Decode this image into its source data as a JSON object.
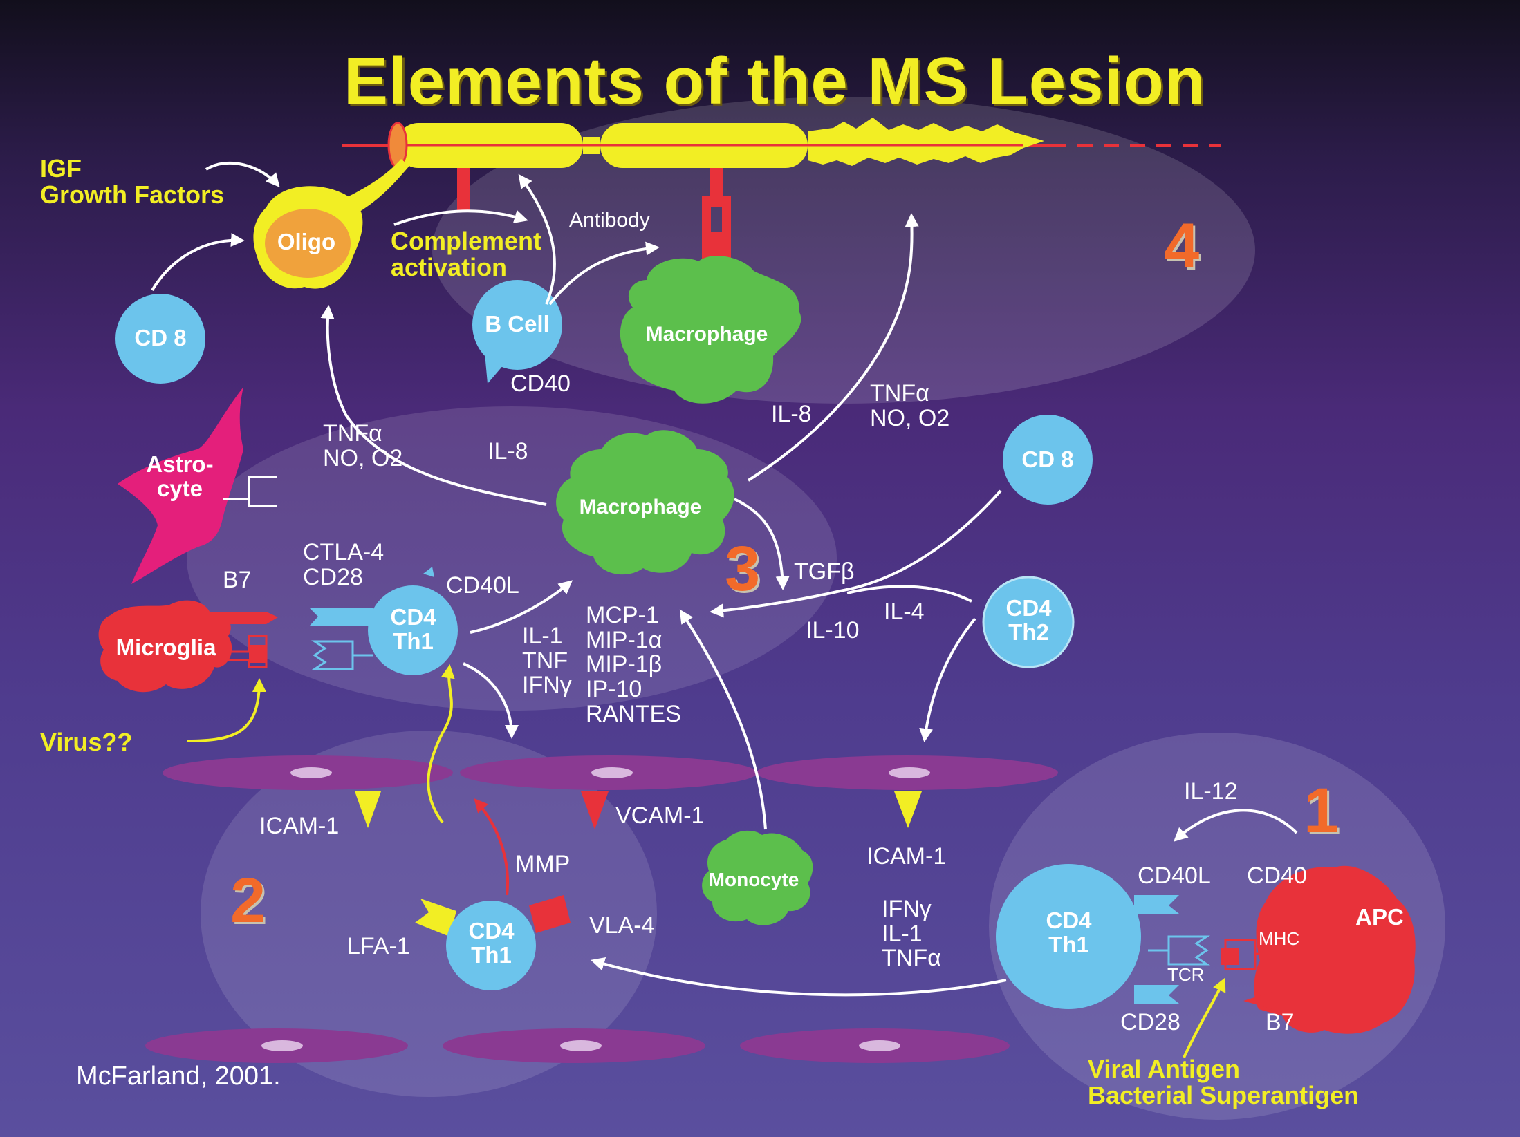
{
  "title": "Elements of the MS Lesion",
  "stages": [
    "1",
    "2",
    "3",
    "4"
  ],
  "cells": {
    "oligo": "Oligo",
    "cd8_top": "CD 8",
    "b_cell": "B Cell",
    "macrophage_top": "Macrophage",
    "macrophage_mid": "Macrophage",
    "astrocyte": [
      "Astro-",
      "cyte"
    ],
    "microglia": "Microglia",
    "cd4_th1_mid": [
      "CD4",
      "Th1"
    ],
    "cd8_right": "CD 8",
    "cd4_th2": [
      "CD4",
      "Th2"
    ],
    "cd4_th1_low": [
      "CD4",
      "Th1"
    ],
    "monocyte": "Monocyte",
    "cd4_th1_right": [
      "CD4",
      "Th1"
    ],
    "apc": "APC"
  },
  "labels": {
    "igf": [
      "IGF",
      "Growth Factors"
    ],
    "complement": [
      "Complement",
      "activation"
    ],
    "antibody": "Antibody",
    "cd40_bcell": "CD40",
    "il8_top": "IL-8",
    "tnf_top": [
      "TNFα",
      "NO, O2"
    ],
    "tnf_left": [
      "TNFα",
      "NO, O2"
    ],
    "il8_left": "IL-8",
    "b7_left": "B7",
    "ctla4_cd28": [
      "CTLA-4",
      "CD28"
    ],
    "cd40l_mid": "CD40L",
    "il1_tnf_ifn": [
      "IL-1",
      "TNF",
      "IFNγ"
    ],
    "chemokines": [
      "MCP-1",
      "MIP-1α",
      "MIP-1β",
      "IP-10",
      "RANTES"
    ],
    "tgfb": "TGFβ",
    "il4": "IL-4",
    "il10": "IL-10",
    "virus": "Virus??",
    "icam_left": "ICAM-1",
    "vcam": "VCAM-1",
    "mmp": "MMP",
    "icam_right": "ICAM-1",
    "lfa1": "LFA-1",
    "vla4": "VLA-4",
    "ifn_il1_tnf_right": [
      "IFNγ",
      "IL-1",
      "TNFα"
    ],
    "il12": "IL-12",
    "cd40l_right": "CD40L",
    "cd40_right": "CD40",
    "mhc": "MHC",
    "tcr": "TCR",
    "cd28_right": "CD28",
    "b7_right": "B7",
    "antigen": [
      "Viral Antigen",
      "Bacterial Superantigen"
    ],
    "citation": "McFarland, 2001."
  },
  "colors": {
    "title_yellow": "#f2ee24",
    "cell_blue": "#6cc4ec",
    "macrophage_green": "#5cbf4c",
    "cell_red": "#e8323a",
    "astrocyte_pink": "#e41f7b",
    "stage_number_orange": "#f26a2a",
    "endothelium_purple": "#8a3a92"
  }
}
